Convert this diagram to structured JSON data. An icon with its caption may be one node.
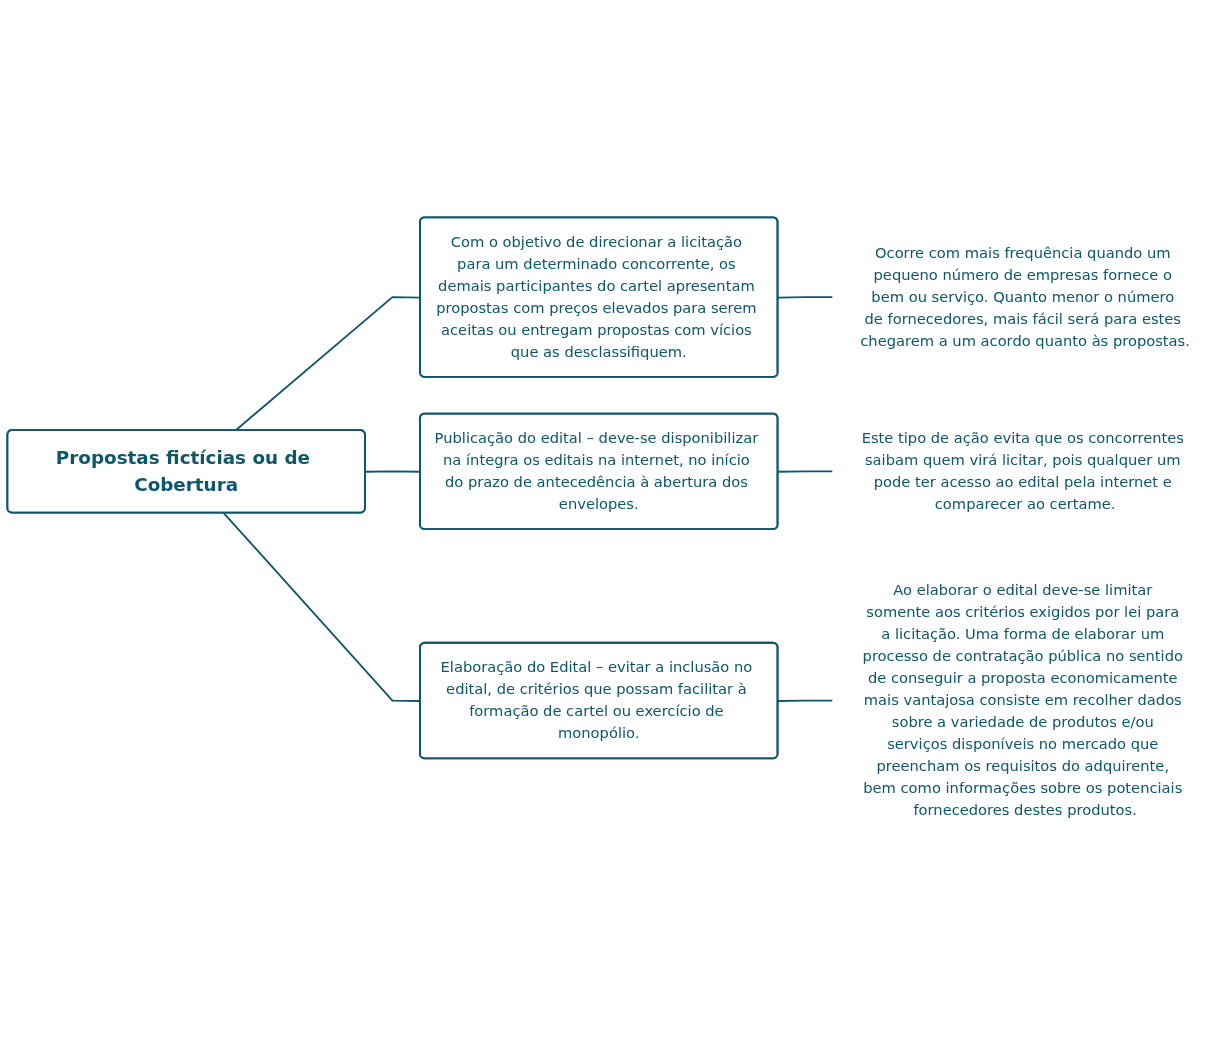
{
  "diagram": {
    "nodes": [
      {
        "text": [
          "Propostas fictícias ou de Cobertura"
        ]
      },
      {
        "text": [
          "Com o objetivo de direcionar a licitação para um determinado concorrente, os demais participantes do cartel apresentam propostas com preços elevados para serem aceitas ou entregam propostas com vícios que as desclassifiquem."
        ]
      },
      {
        "text": [
          "Publicação do edital – deve-se disponibilizar na íntegra os editais na internet, no início do prazo de antecedência à abertura dos envelopes."
        ]
      },
      {
        "text": [
          "Elaboração do Edital – evitar a inclusão no edital, de critérios que possam facilitar à formação de cartel ou exercício de monopólio."
        ]
      },
      {
        "text": [
          "Ocorre com mais frequência quando um pequeno número de empresas fornece o bem ou serviço. Quanto menor o número de fornecedores, mais fácil será para estes chegarem a um acordo quanto às propostas."
        ]
      },
      {
        "text": [
          "Este tipo de ação evita que os concorrentes saibam quem virá licitar, pois qualquer um pode ter acesso ao edital pela internet e comparecer ao certame."
        ]
      },
      {
        "text": [
          "Ao elaborar o edital deve-se limitar somente aos critérios exigidos por lei para a licitação. Uma forma de elaborar um processo de contratação pública no sentido de conseguir a proposta economicamente mais vantajosa consiste em recolher dados sobre a variedade de produtos e/ou serviços disponíveis no mercado que preencham os requisitos do adquirente, bem como informações sobre os potenciais fornecedores destes produtos."
        ]
      }
    ],
    "edges": [
      {
        "from": 0,
        "to": 1,
        "arrow": "none"
      },
      {
        "from": 0,
        "to": 2,
        "arrow": "none"
      },
      {
        "from": 0,
        "to": 3,
        "arrow": "none"
      },
      {
        "from": 1,
        "to": 4,
        "arrow": "none"
      },
      {
        "from": 2,
        "to": 5,
        "arrow": "none"
      },
      {
        "from": 3,
        "to": 6,
        "arrow": "none"
      }
    ]
  }
}
